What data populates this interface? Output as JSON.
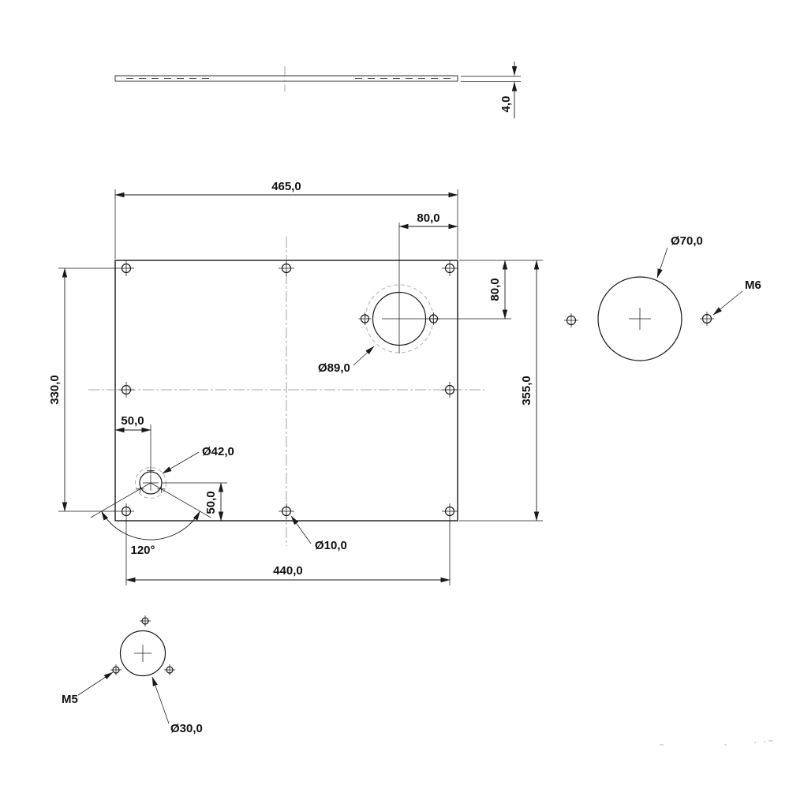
{
  "drawing": {
    "side_view": {
      "thickness": "4,0"
    },
    "plan_view": {
      "width_top": "465,0",
      "big_hole_offset_x": "80,0",
      "big_hole_offset_y": "80,0",
      "height_right": "355,0",
      "bolt_span_left": "330,0",
      "small_hole_offset_x": "50,0",
      "small_hole_offset_y": "50,0",
      "angle": "120°",
      "bolt_span_bottom": "440,0",
      "big_hole_dia": "Ø89,0",
      "small_hole_dia": "Ø42,0",
      "corner_hole_dia": "Ø10,0"
    },
    "detail_large_hole": {
      "diameter": "Ø70,0",
      "thread": "M6"
    },
    "detail_small_hole": {
      "diameter": "Ø30,0",
      "thread": "M5"
    }
  }
}
